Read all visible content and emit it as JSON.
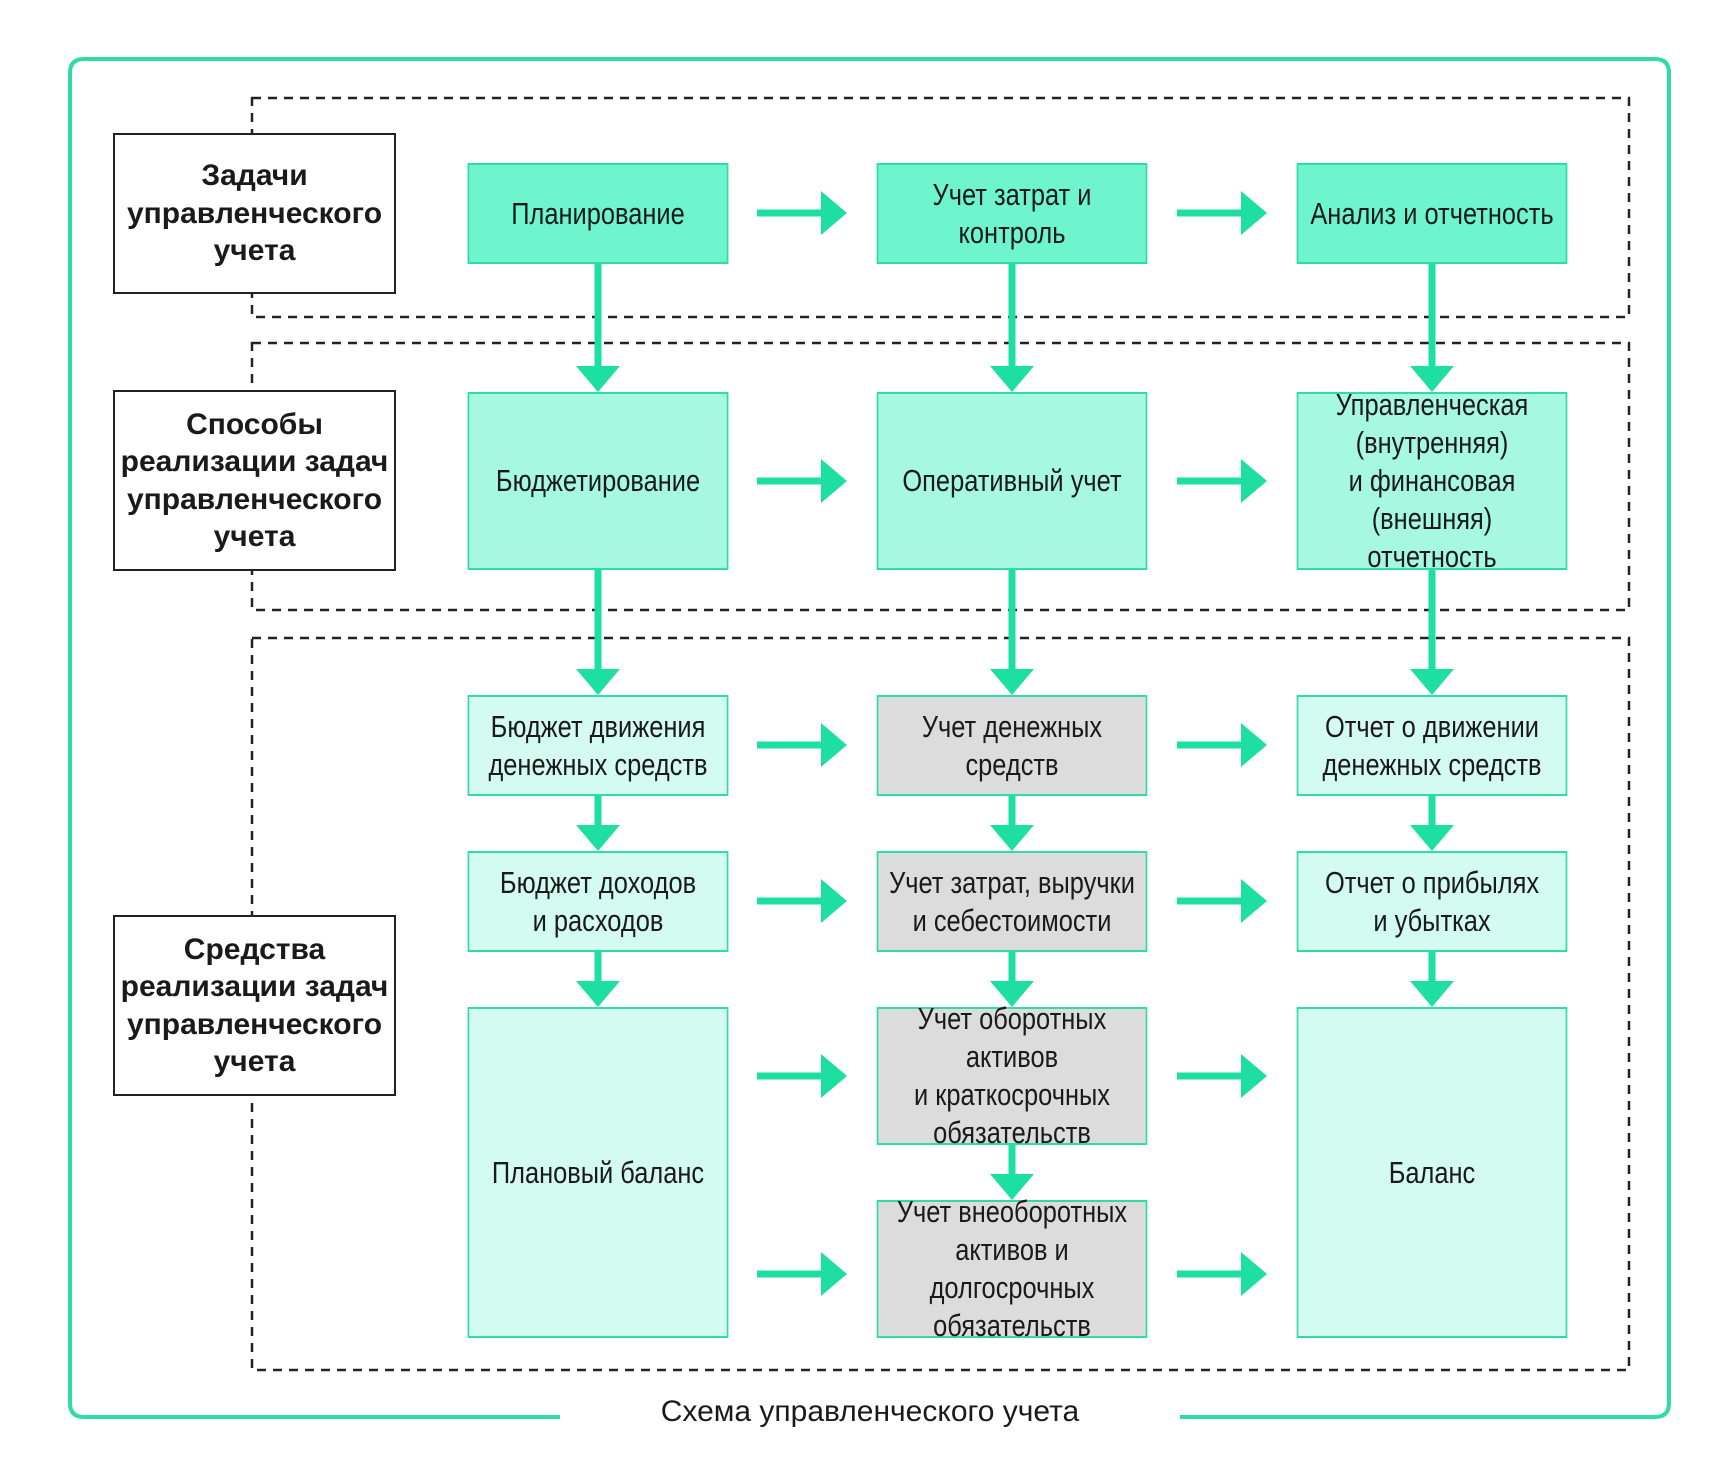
{
  "caption": "Схема управленческого учета",
  "colors": {
    "accent": "#1de0a0",
    "frame": "#2fdba6"
  },
  "rows": [
    {
      "label": "Задачи\nуправленческого\nучета"
    },
    {
      "label": "Способы\nреализации задач\nуправленческого\nучета"
    },
    {
      "label": "Средства\nреализации задач\nуправленческого\nучета"
    }
  ],
  "nodes": {
    "planning": "Планирование",
    "cost_control": "Учет затрат и контроль",
    "analysis": "Анализ и отчетность",
    "budgeting": "Бюджетирование",
    "operational": "Оперативный учет",
    "reporting": "Управленческая\n(внутренняя)\nи финансовая (внешняя)\nотчетность",
    "cash_budget": "Бюджет движения\nденежных средств",
    "cash_accounting": "Учет денежных средств",
    "cash_report": "Отчет о движении\nденежных средств",
    "income_budget": "Бюджет доходов\nи расходов",
    "cost_revenue": "Учет затрат, выручки\nи себестоимости",
    "pnl_report": "Отчет о прибылях\nи убытках",
    "planned_balance": "Плановый баланс",
    "current_assets": "Учет оборотных активов\nи краткосрочных\nобязательств",
    "noncurrent_assets": "Учет внеоборотных\nактивов и долгосрочных\nобязательств",
    "balance": "Баланс"
  }
}
